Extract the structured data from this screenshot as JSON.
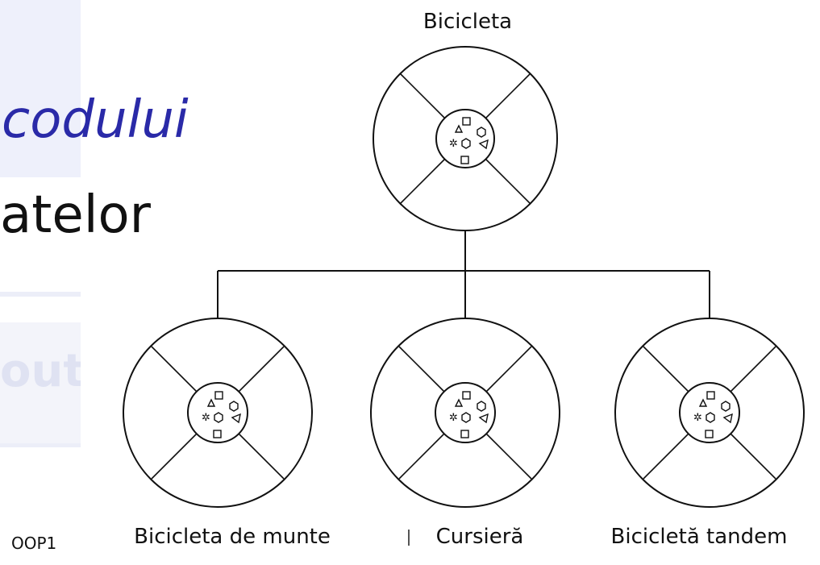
{
  "slide": {
    "title_fragment_italic": "codului",
    "title_fragment_plain": "atelor",
    "ghost_text": "out",
    "footer": "OOP1"
  },
  "diagram": {
    "root": {
      "label": "Bicicleta"
    },
    "children": [
      {
        "label": "Bicicleta de munte"
      },
      {
        "label": "Cursieră"
      },
      {
        "label": "Bicicletă tandem"
      }
    ]
  },
  "colors": {
    "accent_text": "#2a2aa8",
    "side_band": "#eef0fb",
    "line": "#111111"
  },
  "icons": [
    "wheel-icon",
    "triangle-icon",
    "square-icon",
    "circle-icon",
    "star-icon",
    "hexagon-icon"
  ]
}
